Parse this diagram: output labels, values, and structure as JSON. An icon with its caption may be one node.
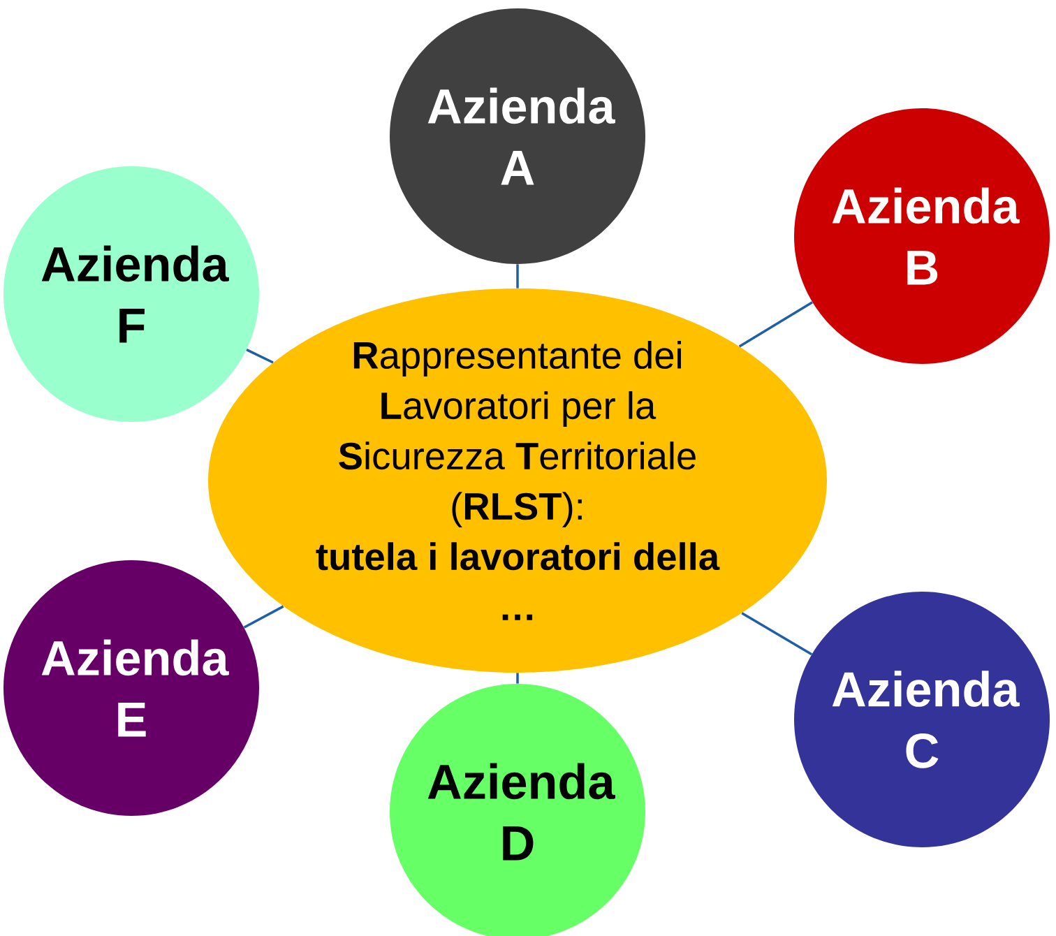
{
  "diagram": {
    "nodes": [
      {
        "text": [
          "Azienda A"
        ]
      },
      {
        "text": [
          "Azienda B"
        ]
      },
      {
        "text": [
          "Azienda F"
        ]
      },
      {
        "text": [
          "**R**appresentante dei **L**avoratori per la **S**icurezza **T**erritoriale (**RLST**):",
          "tutela i lavoratori della …"
        ]
      },
      {
        "text": [
          "Azienda E"
        ]
      },
      {
        "text": [
          "Azienda C"
        ]
      },
      {
        "text": [
          "Azienda D"
        ]
      }
    ],
    "edges": [
      {
        "from": 3,
        "to": 0,
        "arrow": "none"
      },
      {
        "from": 3,
        "to": 1,
        "arrow": "none"
      },
      {
        "from": 3,
        "to": 2,
        "arrow": "none"
      },
      {
        "from": 3,
        "to": 4,
        "arrow": "none"
      },
      {
        "from": 3,
        "to": 5,
        "arrow": "none"
      },
      {
        "from": 3,
        "to": 6,
        "arrow": "none"
      }
    ]
  }
}
